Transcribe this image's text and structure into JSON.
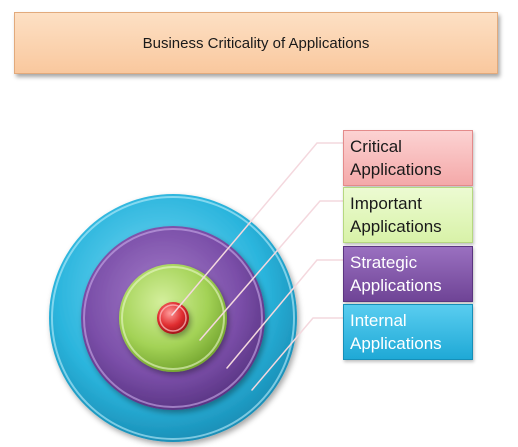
{
  "title": "Business Criticality of Applications",
  "levels": [
    {
      "id": "critical",
      "line1": "Critical",
      "line2": "Applications",
      "color": "#d7262a"
    },
    {
      "id": "important",
      "line1": "Important",
      "line2": "Applications",
      "color": "#9acb48"
    },
    {
      "id": "strategic",
      "line1": "Strategic",
      "line2": "Applications",
      "color": "#7a4ea8"
    },
    {
      "id": "internal",
      "line1": "Internal",
      "line2": "Applications",
      "color": "#27b4dc"
    }
  ]
}
